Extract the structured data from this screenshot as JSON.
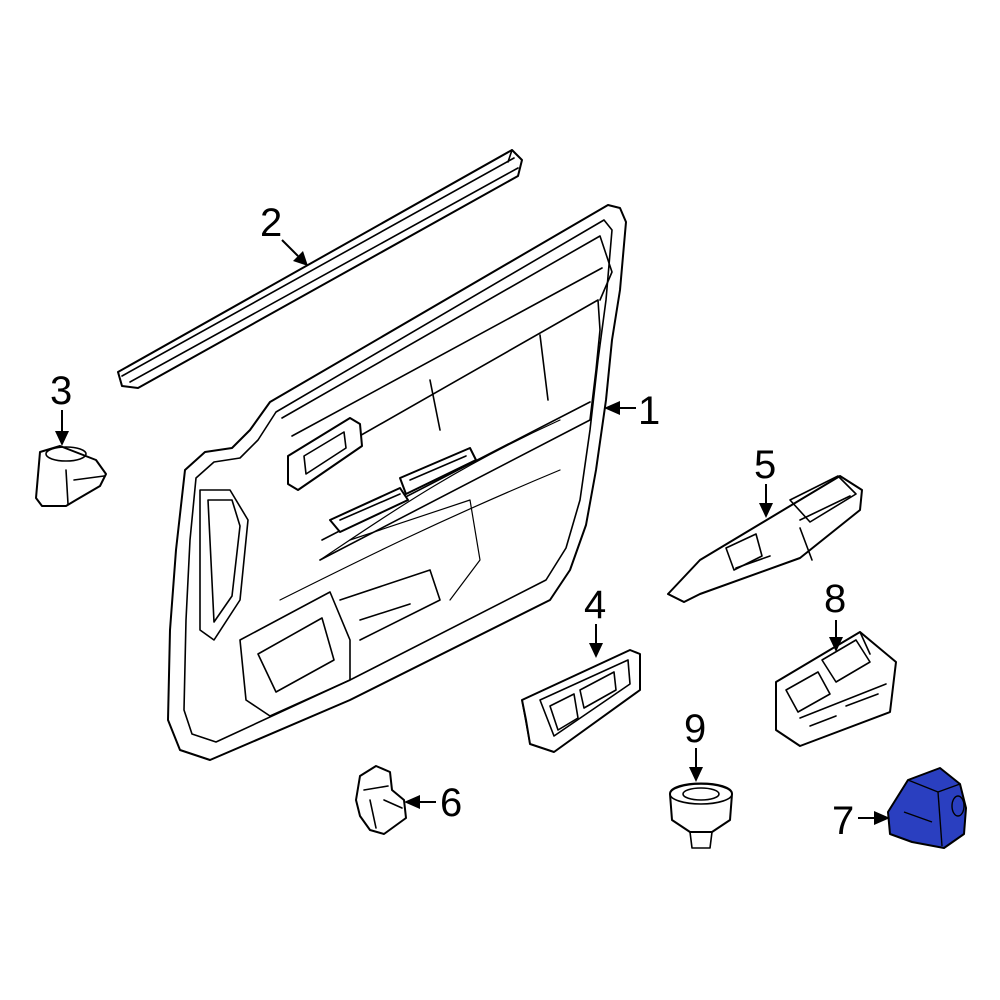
{
  "diagram": {
    "highlight_color": "#2a3fc0",
    "highlighted_part": "7",
    "callouts": [
      {
        "id": "c1",
        "label": "1"
      },
      {
        "id": "c2",
        "label": "2"
      },
      {
        "id": "c3",
        "label": "3"
      },
      {
        "id": "c4",
        "label": "4"
      },
      {
        "id": "c5",
        "label": "5"
      },
      {
        "id": "c6",
        "label": "6"
      },
      {
        "id": "c7",
        "label": "7"
      },
      {
        "id": "c8",
        "label": "8"
      },
      {
        "id": "c9",
        "label": "9"
      }
    ]
  }
}
